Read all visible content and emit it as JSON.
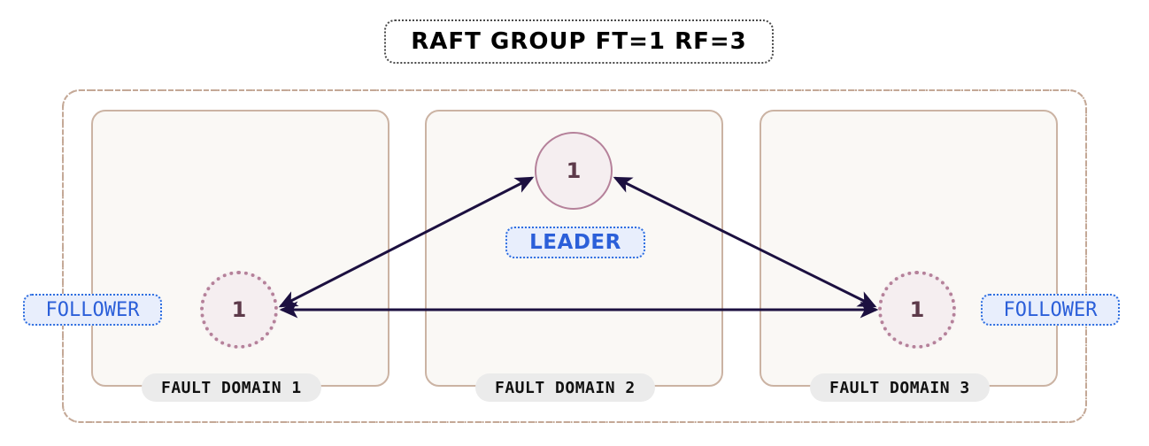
{
  "title": {
    "text": "RAFT GROUP FT=1 RF=3"
  },
  "colors": {
    "background": "#ffffff",
    "outer_border": "#c4a896",
    "domain_border": "#cbb3a3",
    "domain_fill": "#faf8f5",
    "domain_label_fill": "#ebebeb",
    "node_fill": "#f5eef0",
    "node_border": "#b5819a",
    "node_text": "#5d3a4a",
    "edge": "#1c1040",
    "badge_text": "#2b5fd9",
    "badge_fill": "#e8eefc",
    "badge_border": "#2f6fe0"
  },
  "fault_domains": [
    {
      "label": "FAULT DOMAIN 1"
    },
    {
      "label": "FAULT DOMAIN 2"
    },
    {
      "label": "FAULT DOMAIN 3"
    }
  ],
  "nodes": [
    {
      "id": "leader",
      "value": "1",
      "role": "LEADER",
      "domain": 2,
      "border_style": "solid"
    },
    {
      "id": "follower-1",
      "value": "1",
      "role": "FOLLOWER",
      "domain": 1,
      "border_style": "dotted"
    },
    {
      "id": "follower-2",
      "value": "1",
      "role": "FOLLOWER",
      "domain": 3,
      "border_style": "dotted"
    }
  ],
  "badges": {
    "leader": "LEADER",
    "follower_left": "FOLLOWER",
    "follower_right": "FOLLOWER"
  },
  "edges": [
    {
      "from": "follower-1",
      "to": "leader",
      "direction": "bidirectional"
    },
    {
      "from": "leader",
      "to": "follower-2",
      "direction": "bidirectional"
    },
    {
      "from": "follower-1",
      "to": "follower-2",
      "direction": "bidirectional"
    }
  ]
}
